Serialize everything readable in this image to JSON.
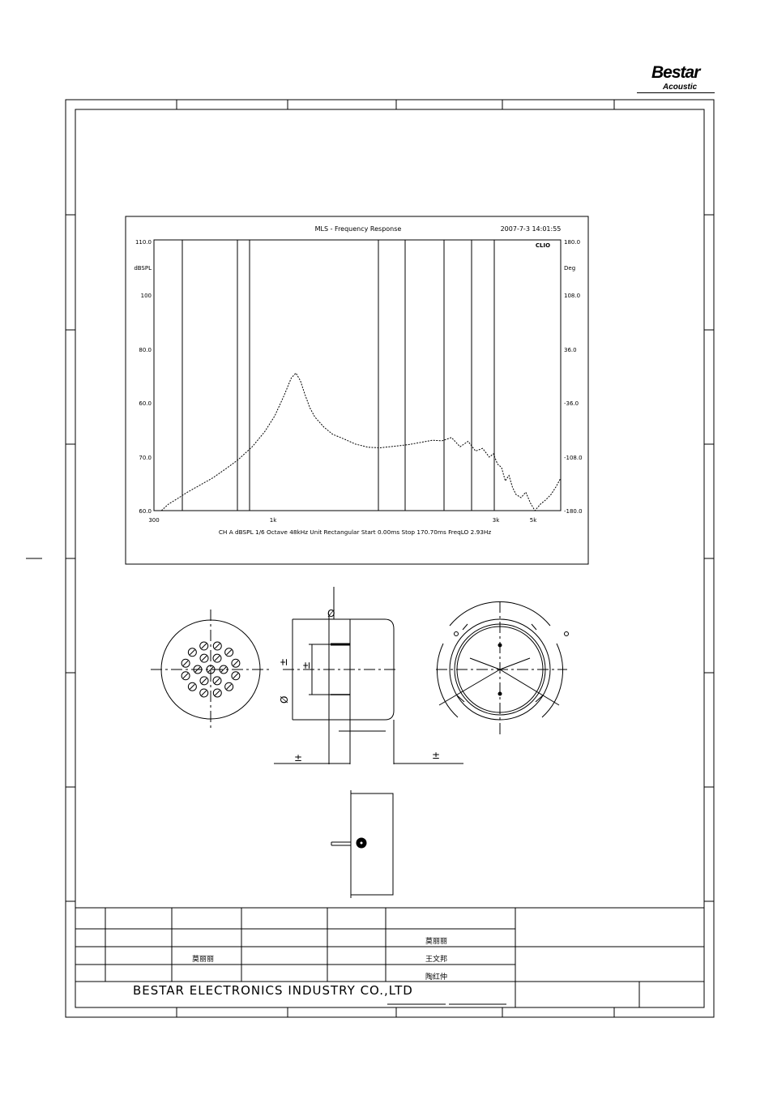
{
  "logo": {
    "brand": "Bestar",
    "sub": "Acoustic"
  },
  "chart_data": {
    "type": "line",
    "title": "MLS - Frequency Response",
    "timestamp": "2007-7-3 14:01:55",
    "software": "CLIO",
    "left_ticks": [
      "110.0",
      "dBSPL",
      "100",
      "80.0",
      "60.0",
      "70.0",
      "60.0"
    ],
    "right_ticks": [
      "180.0",
      "Deg",
      "108.0",
      "36.0",
      "-36.0",
      "-108.0",
      "-180.0"
    ],
    "x_ticks": [
      "300",
      "1k",
      "3k",
      "5k"
    ],
    "footer": "CH A dBSPL 1/6 Octave 48kHz Unit Rectangular Start 0.00ms Stop 170.70ms FreqLO 2.93Hz",
    "xlim": [
      300,
      10000
    ],
    "ylim": [
      60,
      110
    ],
    "x_scale": "log",
    "grid": true,
    "series": [
      {
        "x": [
          320,
          340,
          370,
          400,
          450,
          500,
          560,
          620,
          700,
          780,
          850,
          920,
          980,
          1020,
          1060,
          1100,
          1150,
          1200,
          1300,
          1400,
          1550,
          1700,
          1900,
          2100,
          2400,
          2700,
          3000,
          3300,
          3600,
          3900,
          4200,
          4500,
          4800,
          5100,
          5400,
          5600,
          5800,
          6000,
          6200,
          6400,
          6600,
          6800,
          7100,
          7400,
          7700,
          8000,
          8400,
          8800,
          9200,
          9600,
          10000
        ],
        "y": [
          60.0,
          61.2,
          62.3,
          63.4,
          64.8,
          66.1,
          67.8,
          69.4,
          71.8,
          74.6,
          77.5,
          81.2,
          84.5,
          85.4,
          84.0,
          81.6,
          79.0,
          77.3,
          75.4,
          74.1,
          73.2,
          72.3,
          71.7,
          71.6,
          71.9,
          72.2,
          72.6,
          73.0,
          72.9,
          73.5,
          71.8,
          72.8,
          71.0,
          71.5,
          69.9,
          70.5,
          68.6,
          68.0,
          65.5,
          66.5,
          64.3,
          63.0,
          62.4,
          63.4,
          61.4,
          60.0,
          61.2,
          62.0,
          63.0,
          64.4,
          66.0
        ]
      }
    ]
  },
  "title_block": {
    "names": [
      "莫丽丽",
      "莫丽丽",
      "王文邦",
      "陶红仲"
    ],
    "company": "BESTAR ELECTRONICS INDUSTRY CO.,LTD"
  },
  "drawing_marks": {
    "dia1": "Ø",
    "dia2": "Ø",
    "pm1": "±",
    "pm2": "±",
    "pm3": "±",
    "pm4": "±"
  }
}
